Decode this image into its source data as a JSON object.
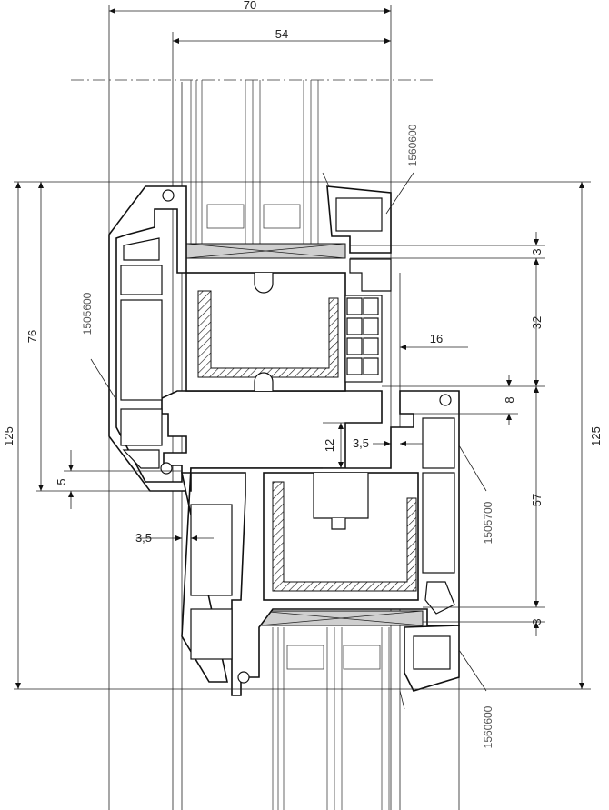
{
  "dimensions": {
    "overall_width": "70",
    "sash_width": "54",
    "reveal_16": "16",
    "total_height_left": "125",
    "total_height_right": "125",
    "frame_height": "76",
    "left_offset_5": "5",
    "left_offset_35": "3,5",
    "inner_12": "12",
    "inner_35": "3,5",
    "right_3_top": "3",
    "right_32": "32",
    "right_8": "8",
    "right_57": "57",
    "right_3_bottom": "3"
  },
  "profile_codes": {
    "top_bead": "1560600",
    "frame": "1505600",
    "sash": "1505700",
    "bottom_bead": "1560600"
  }
}
